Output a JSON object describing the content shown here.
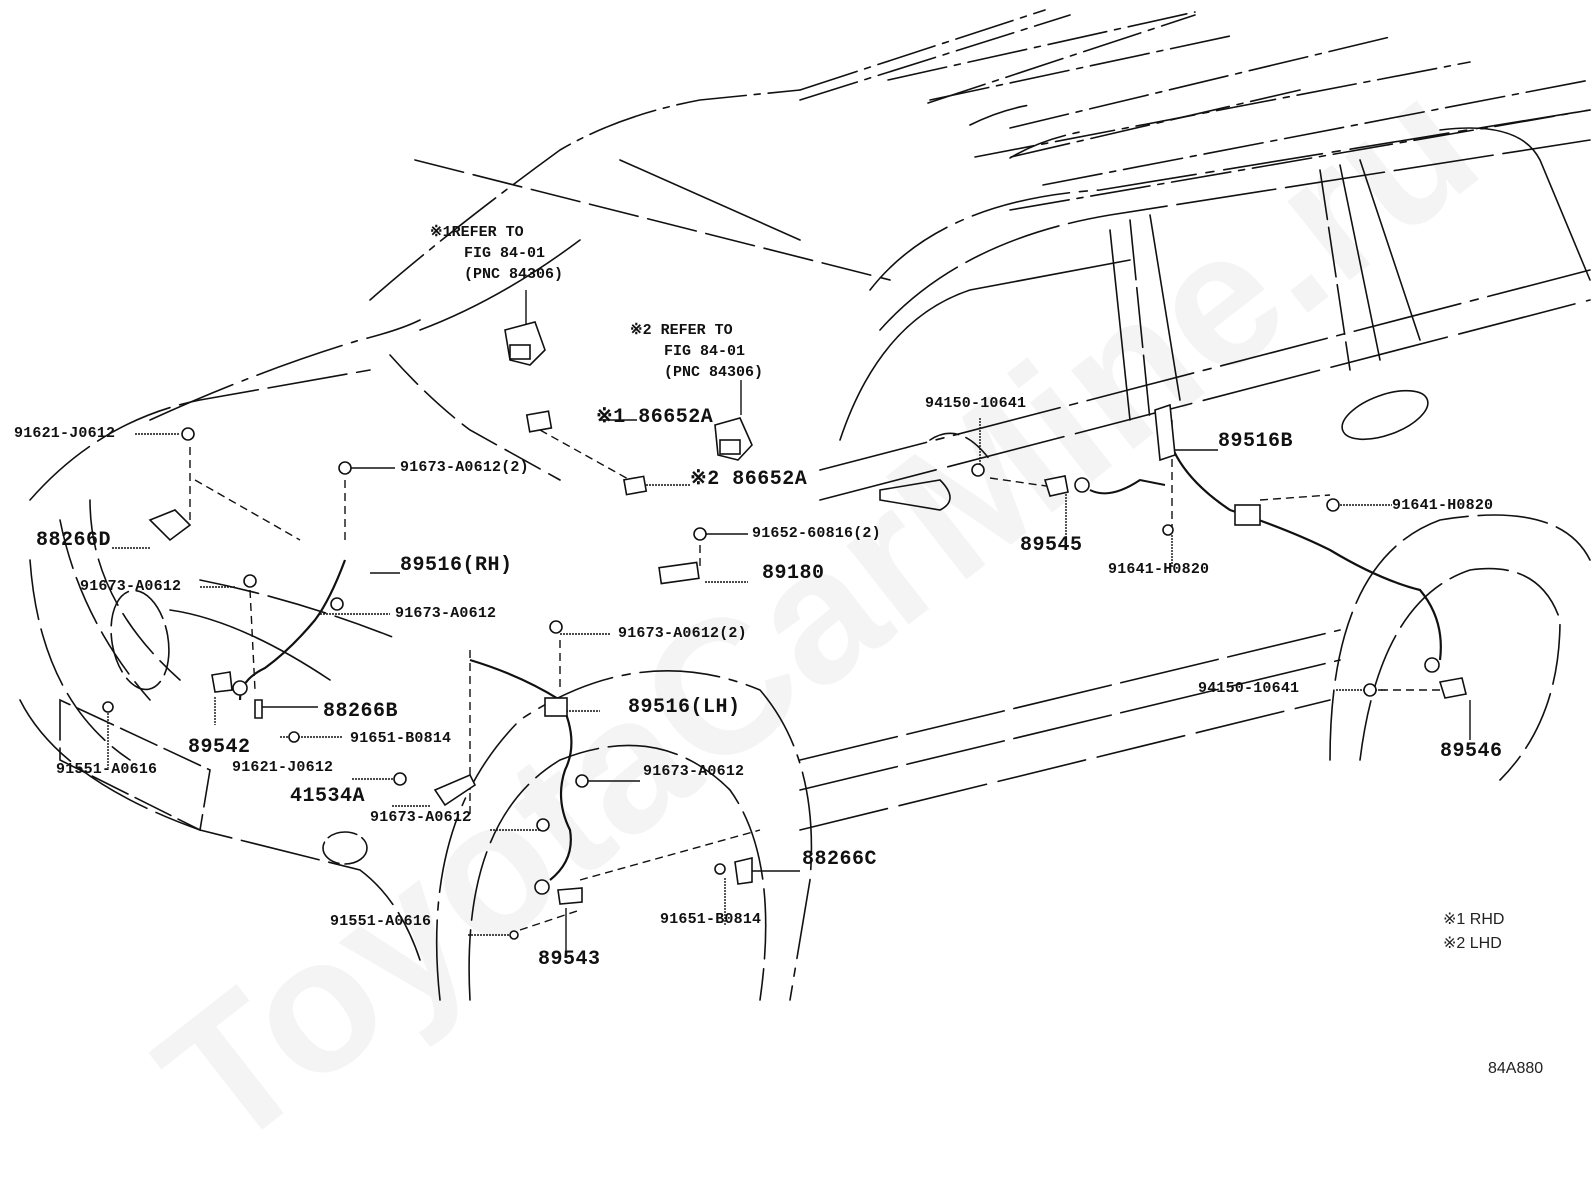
{
  "diagram": {
    "figure_code": "84A880",
    "watermark": "ToyotaCarMine.ru",
    "legend": [
      {
        "mark": "※1",
        "text": "RHD"
      },
      {
        "mark": "※2",
        "text": "LHD"
      }
    ],
    "notes": [
      {
        "mark": "※1",
        "lines": [
          "REFER TO",
          "FIG 84-01",
          "(PNC 84306)"
        ]
      },
      {
        "mark": "※2",
        "lines": [
          "REFER TO",
          "FIG 84-01",
          "(PNC 84306)"
        ]
      }
    ],
    "parts": {
      "p86652a_rhd": "※1 86652A",
      "p86652a_lhd": "※2 86652A",
      "p91621_j0612_top": "91621-J0612",
      "p91673_a0612_2_top": "91673-A0612(2)",
      "p88266d": "88266D",
      "p89516_rh": "89516(RH)",
      "p91673_a0612_left": "91673-A0612",
      "p91673_a0612_mid": "91673-A0612",
      "p91652_60816": "91652-60816(2)",
      "p89180": "89180",
      "p91673_a0612_2_mid": "91673-A0612(2)",
      "p89516_lh": "89516(LH)",
      "p89542": "89542",
      "p88266b": "88266B",
      "p91651_b0814_left": "91651-B0814",
      "p91551_a0616_left": "91551-A0616",
      "p91621_j0612_low": "91621-J0612",
      "p41534a": "41534A",
      "p91673_a0612_lh": "91673-A0612",
      "p91673_a0612_low": "91673-A0612",
      "p88266c": "88266C",
      "p91551_a0616_low": "91551-A0616",
      "p89543": "89543",
      "p91651_b0814_low": "91651-B0814",
      "p94150_10641_top": "94150-10641",
      "p89516b": "89516B",
      "p89545": "89545",
      "p91641_h0820_mid": "91641-H0820",
      "p91641_h0820_right": "91641-H0820",
      "p94150_10641_low": "94150-10641",
      "p89546": "89546"
    }
  }
}
